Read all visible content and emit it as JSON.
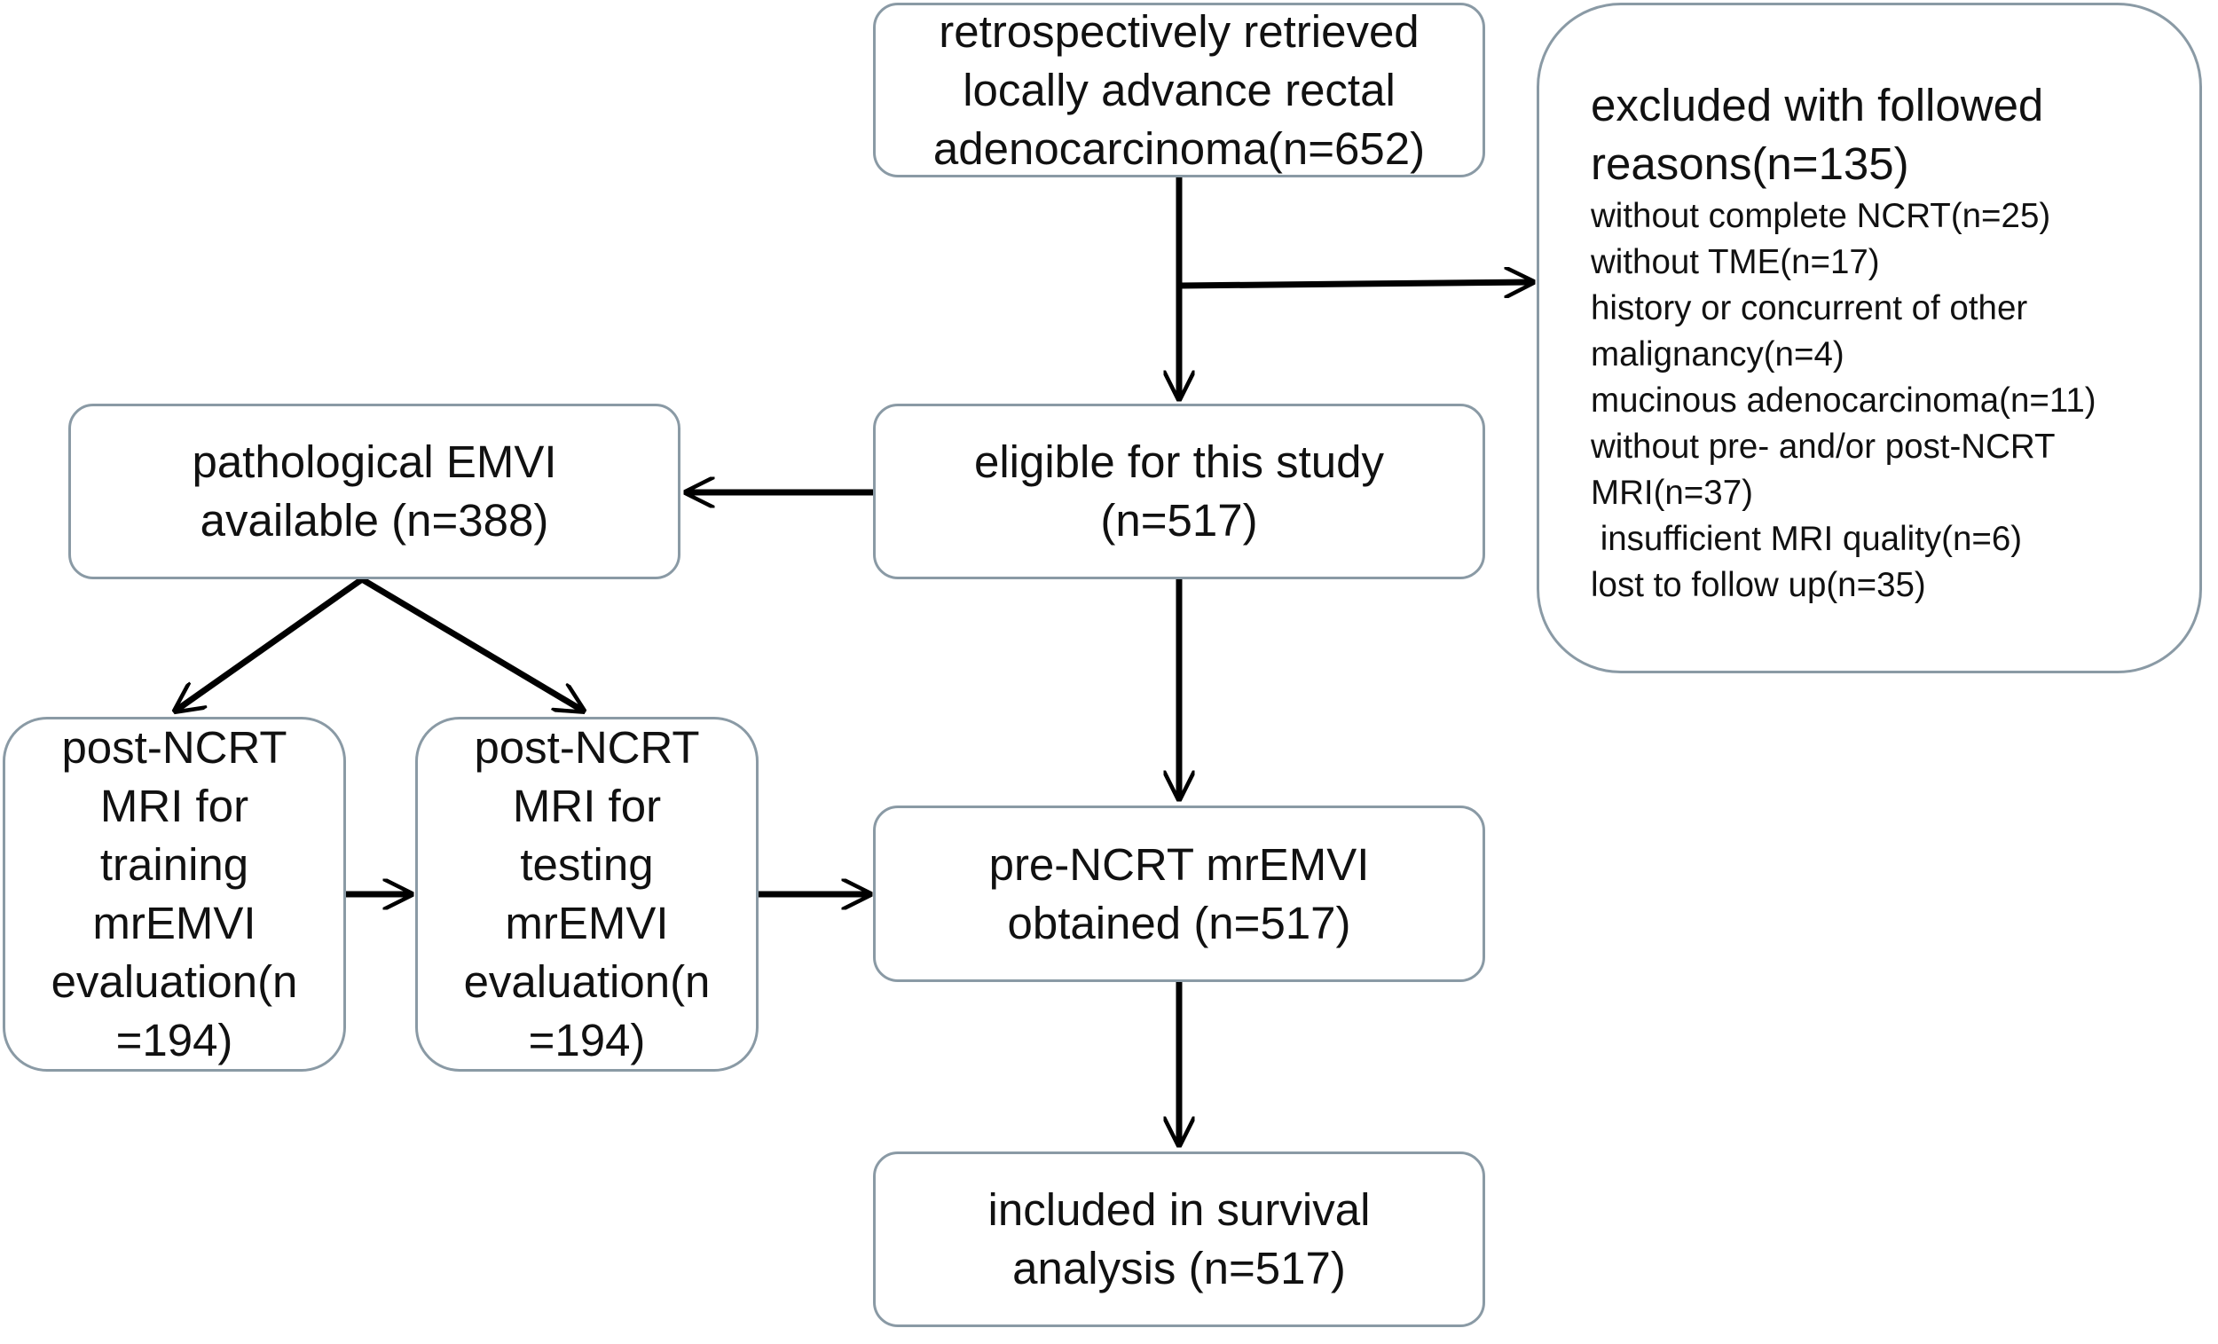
{
  "nodes": {
    "retrieved": [
      "retrospectively retrieved",
      "locally advance rectal",
      "adenocarcinoma(n=652)"
    ],
    "eligible": [
      "eligible for this study",
      "(n=517)"
    ],
    "pathological": [
      "pathological EMVI",
      "available (n=388)"
    ],
    "training": [
      "post-NCRT",
      "MRI for",
      "training",
      "mrEMVI",
      "evaluation(n",
      "=194)"
    ],
    "testing": [
      "post-NCRT",
      "MRI for",
      "testing",
      "mrEMVI",
      "evaluation(n",
      "=194)"
    ],
    "pre_ncrt": [
      "pre-NCRT mrEMVI",
      "obtained (n=517)"
    ],
    "survival": [
      "included in survival",
      "analysis (n=517)"
    ]
  },
  "excluded": {
    "title": [
      "excluded with followed",
      "reasons(n=135)"
    ],
    "reasons": [
      "without complete NCRT(n=25)",
      "without TME(n=17)",
      "history or concurrent of other",
      "malignancy(n=4)",
      "mucinous adenocarcinoma(n=11)",
      "without pre- and/or post-NCRT",
      "MRI(n=37)",
      " insufficient MRI quality(n=6)",
      "lost to follow up(n=35)"
    ]
  },
  "colors": {
    "box_border": "#8a9aa5",
    "arrow": "#000000",
    "text": "#111111"
  }
}
